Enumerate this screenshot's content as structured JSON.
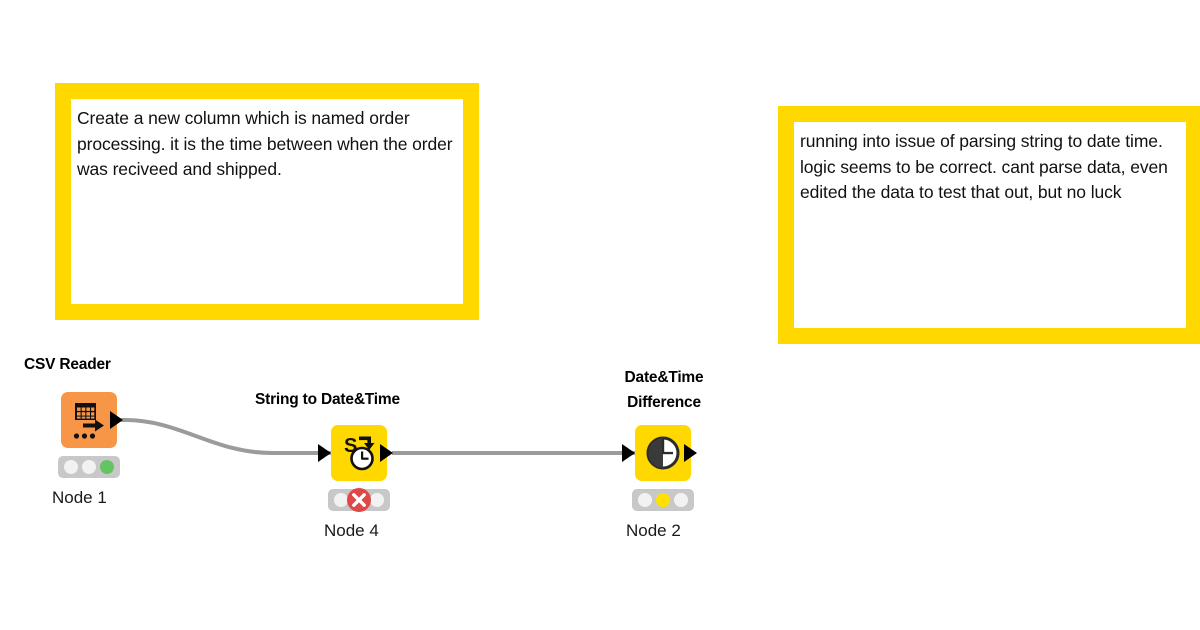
{
  "canvas": {
    "background": "#ffffff",
    "annotation_border_color": "#FFD800"
  },
  "annotations": [
    {
      "id": "annotation-left",
      "text": "Create a new column which is named order processing. it is the time between when the order was reciveed and shipped."
    },
    {
      "id": "annotation-right",
      "text": "running into issue of parsing string to date time. logic seems to be correct. cant parse data, even edited the data to test that out, but no luck"
    }
  ],
  "nodes": [
    {
      "id": "node-1",
      "title": "CSV Reader",
      "label": "Node 1",
      "icon": "csv-reader-icon",
      "box_color": "#F79646",
      "status": "executed",
      "status_lights": [
        "off",
        "off",
        "green"
      ]
    },
    {
      "id": "node-4",
      "title": "String to Date&Time",
      "label": "Node 4",
      "icon": "string-to-datetime-icon",
      "box_color": "#FFD800",
      "status": "error",
      "status_lights": [
        "off",
        "error",
        "off"
      ]
    },
    {
      "id": "node-2",
      "title": "Date&Time Difference",
      "title_line_1": "Date&Time",
      "title_line_2": "Difference",
      "label": "Node 2",
      "icon": "datetime-difference-icon",
      "box_color": "#FFD800",
      "status": "configured",
      "status_lights": [
        "off",
        "yellow",
        "off"
      ]
    }
  ],
  "connections": [
    {
      "id": "connection-1",
      "from": "node-1",
      "to": "node-4",
      "style": "curved",
      "color": "#9B9B9B"
    },
    {
      "id": "connection-2",
      "from": "node-4",
      "to": "node-2",
      "style": "straight",
      "color": "#9B9B9B"
    }
  ]
}
